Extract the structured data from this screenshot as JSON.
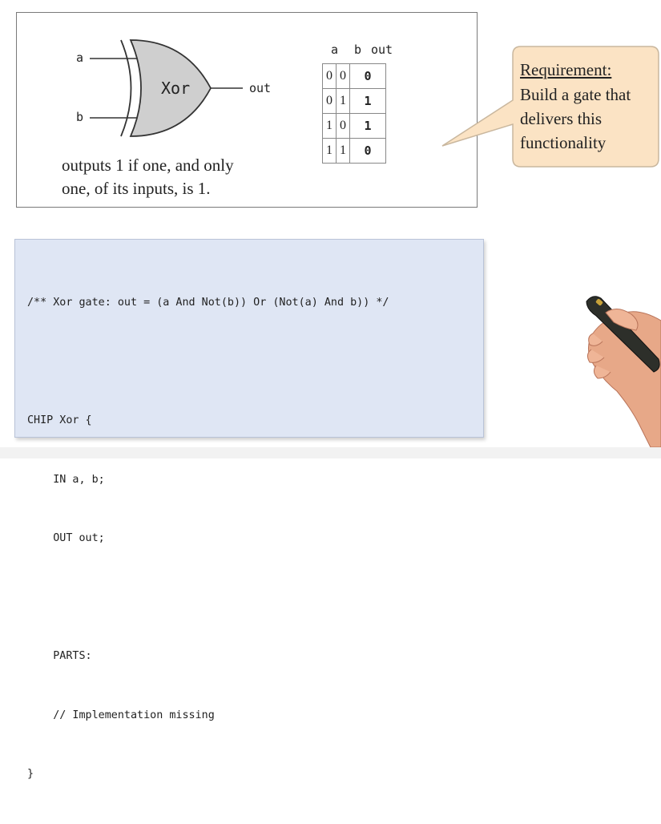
{
  "gate": {
    "input_a": "a",
    "input_b": "b",
    "name": "Xor",
    "output": "out",
    "description_line1": "outputs 1 if one, and only",
    "description_line2": "one, of its inputs, is 1."
  },
  "truth_table": {
    "headers": [
      "a",
      "b",
      "out"
    ],
    "rows": [
      [
        "0",
        "0",
        "0"
      ],
      [
        "0",
        "1",
        "1"
      ],
      [
        "1",
        "0",
        "1"
      ],
      [
        "1",
        "1",
        "0"
      ]
    ]
  },
  "callout": {
    "title": "Requirement:",
    "line1": "Build a gate that",
    "line2": "delivers this",
    "line3": "functionality",
    "fill_color": "#fbe3c4",
    "stroke_color": "#c9b79e"
  },
  "code": {
    "lines": [
      "/** Xor gate: out = (a And Not(b)) Or (Not(a) And b)) */",
      "",
      "CHIP Xor {",
      "    IN a, b;",
      "    OUT out;",
      "",
      "    PARTS:",
      "    // Implementation missing",
      "}"
    ],
    "background": "#dfe6f4"
  }
}
